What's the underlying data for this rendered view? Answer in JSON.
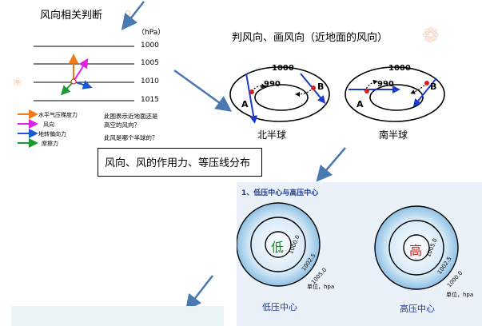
{
  "top_left": {
    "title": "风向相关判断",
    "unit": "（hPa）",
    "isobars": [
      "1000",
      "1005",
      "1010",
      "1015"
    ],
    "legend": [
      {
        "label": "水平气压梯度力",
        "color": "#f07a1a"
      },
      {
        "label": "风向",
        "color": "#e020e0"
      },
      {
        "label": "地转偏向力",
        "color": "#1a5ad0"
      },
      {
        "label": "摩擦力",
        "color": "#1a9a30"
      }
    ],
    "questions": [
      "此图表示近地面还是",
      "高空的风向？",
      "此风是哪个半球的？"
    ]
  },
  "top_right": {
    "title": "判风向、画风向（近地面的风向）",
    "isobar_outer": "1000",
    "isobar_inner": "990",
    "point_a": "A",
    "point_b": "B",
    "north_label": "北半球",
    "south_label": "南半球"
  },
  "caption": "风向、风的作用力、等压线分布",
  "pressure_panel": {
    "heading": "1、低压中心与高压中心",
    "low_center": "低",
    "high_center": "高",
    "ring_inner": "1000.0",
    "ring_mid": "1002.5",
    "ring_outer": "1005.0",
    "unit": "单位，hpa",
    "low_label": "低压中心",
    "high_label": "高压中心",
    "colors": {
      "low": "#1a8a2a",
      "high": "#d01818",
      "accent": "#1f3a93"
    }
  }
}
